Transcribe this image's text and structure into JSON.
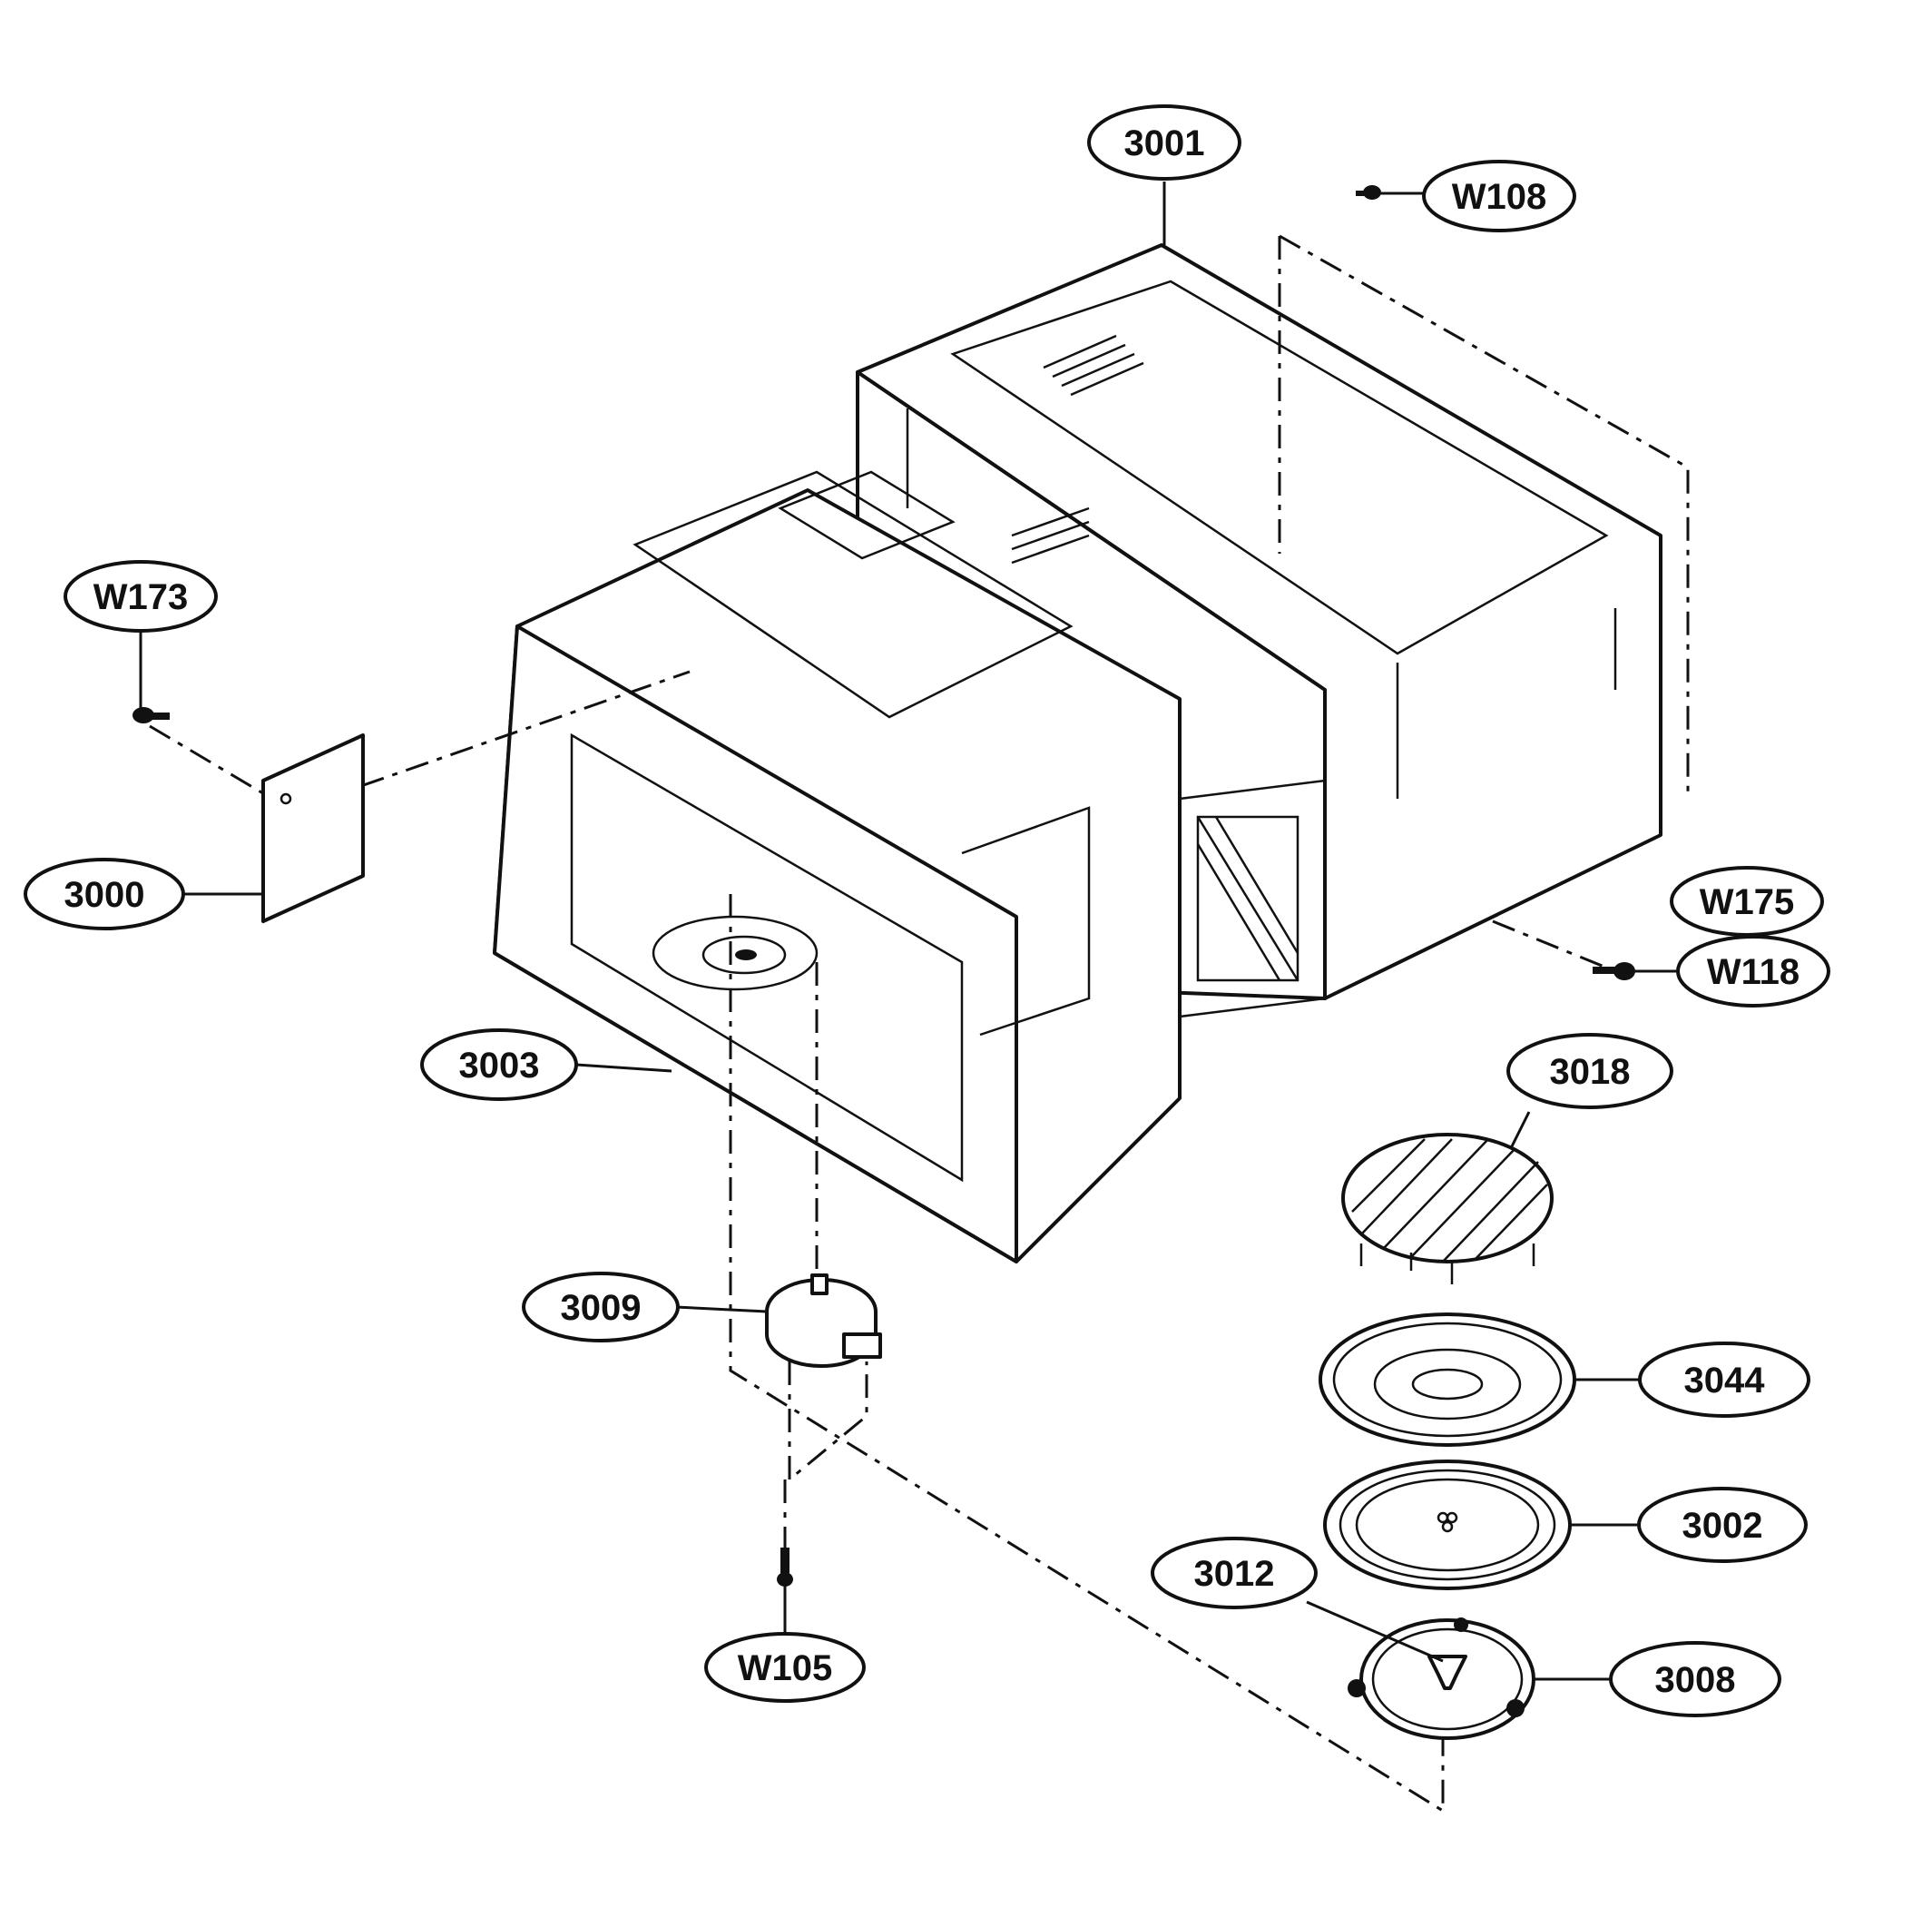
{
  "diagram": {
    "callouts": {
      "c3001": "3001",
      "w108": "W108",
      "w173": "W173",
      "c3000": "3000",
      "w175": "W175",
      "w118": "W118",
      "c3003": "3003",
      "c3018": "3018",
      "c3009": "3009",
      "c3044": "3044",
      "c3002": "3002",
      "c3012": "3012",
      "c3008": "3008",
      "w105": "W105"
    }
  }
}
